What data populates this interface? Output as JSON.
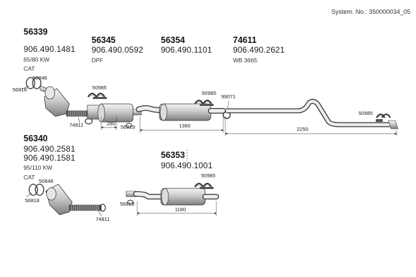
{
  "system_no": "System. No.: 350000034_05",
  "groups": [
    {
      "code": "56339",
      "part_no": "906.490.1481",
      "lines": [
        "65/80 KW",
        "CAT"
      ]
    },
    {
      "code": "56345",
      "part_no": "906.490.0592",
      "lines": [
        "DPF"
      ]
    },
    {
      "code": "56354",
      "part_no": "906.490.1101",
      "lines": []
    },
    {
      "code": "74611",
      "part_no": "906.490.2621",
      "lines": [
        "WB 3665"
      ]
    },
    {
      "code": "56340",
      "part_no": "906.490.2581",
      "part_no_2": "906.490.1581",
      "lines": [
        "95/110 KW",
        "CAT"
      ]
    },
    {
      "code": "56353",
      "part_no": "906.490.1001",
      "lines": []
    }
  ],
  "parts": {
    "p56818": "56818",
    "p50848": "50848",
    "p50985": "50985",
    "p99071": "99071",
    "p74811": "74811",
    "p56819": "56819"
  },
  "dimensions": {
    "d280": "280",
    "d1360": "1360",
    "d2250": "2250",
    "d1180": "1180"
  }
}
